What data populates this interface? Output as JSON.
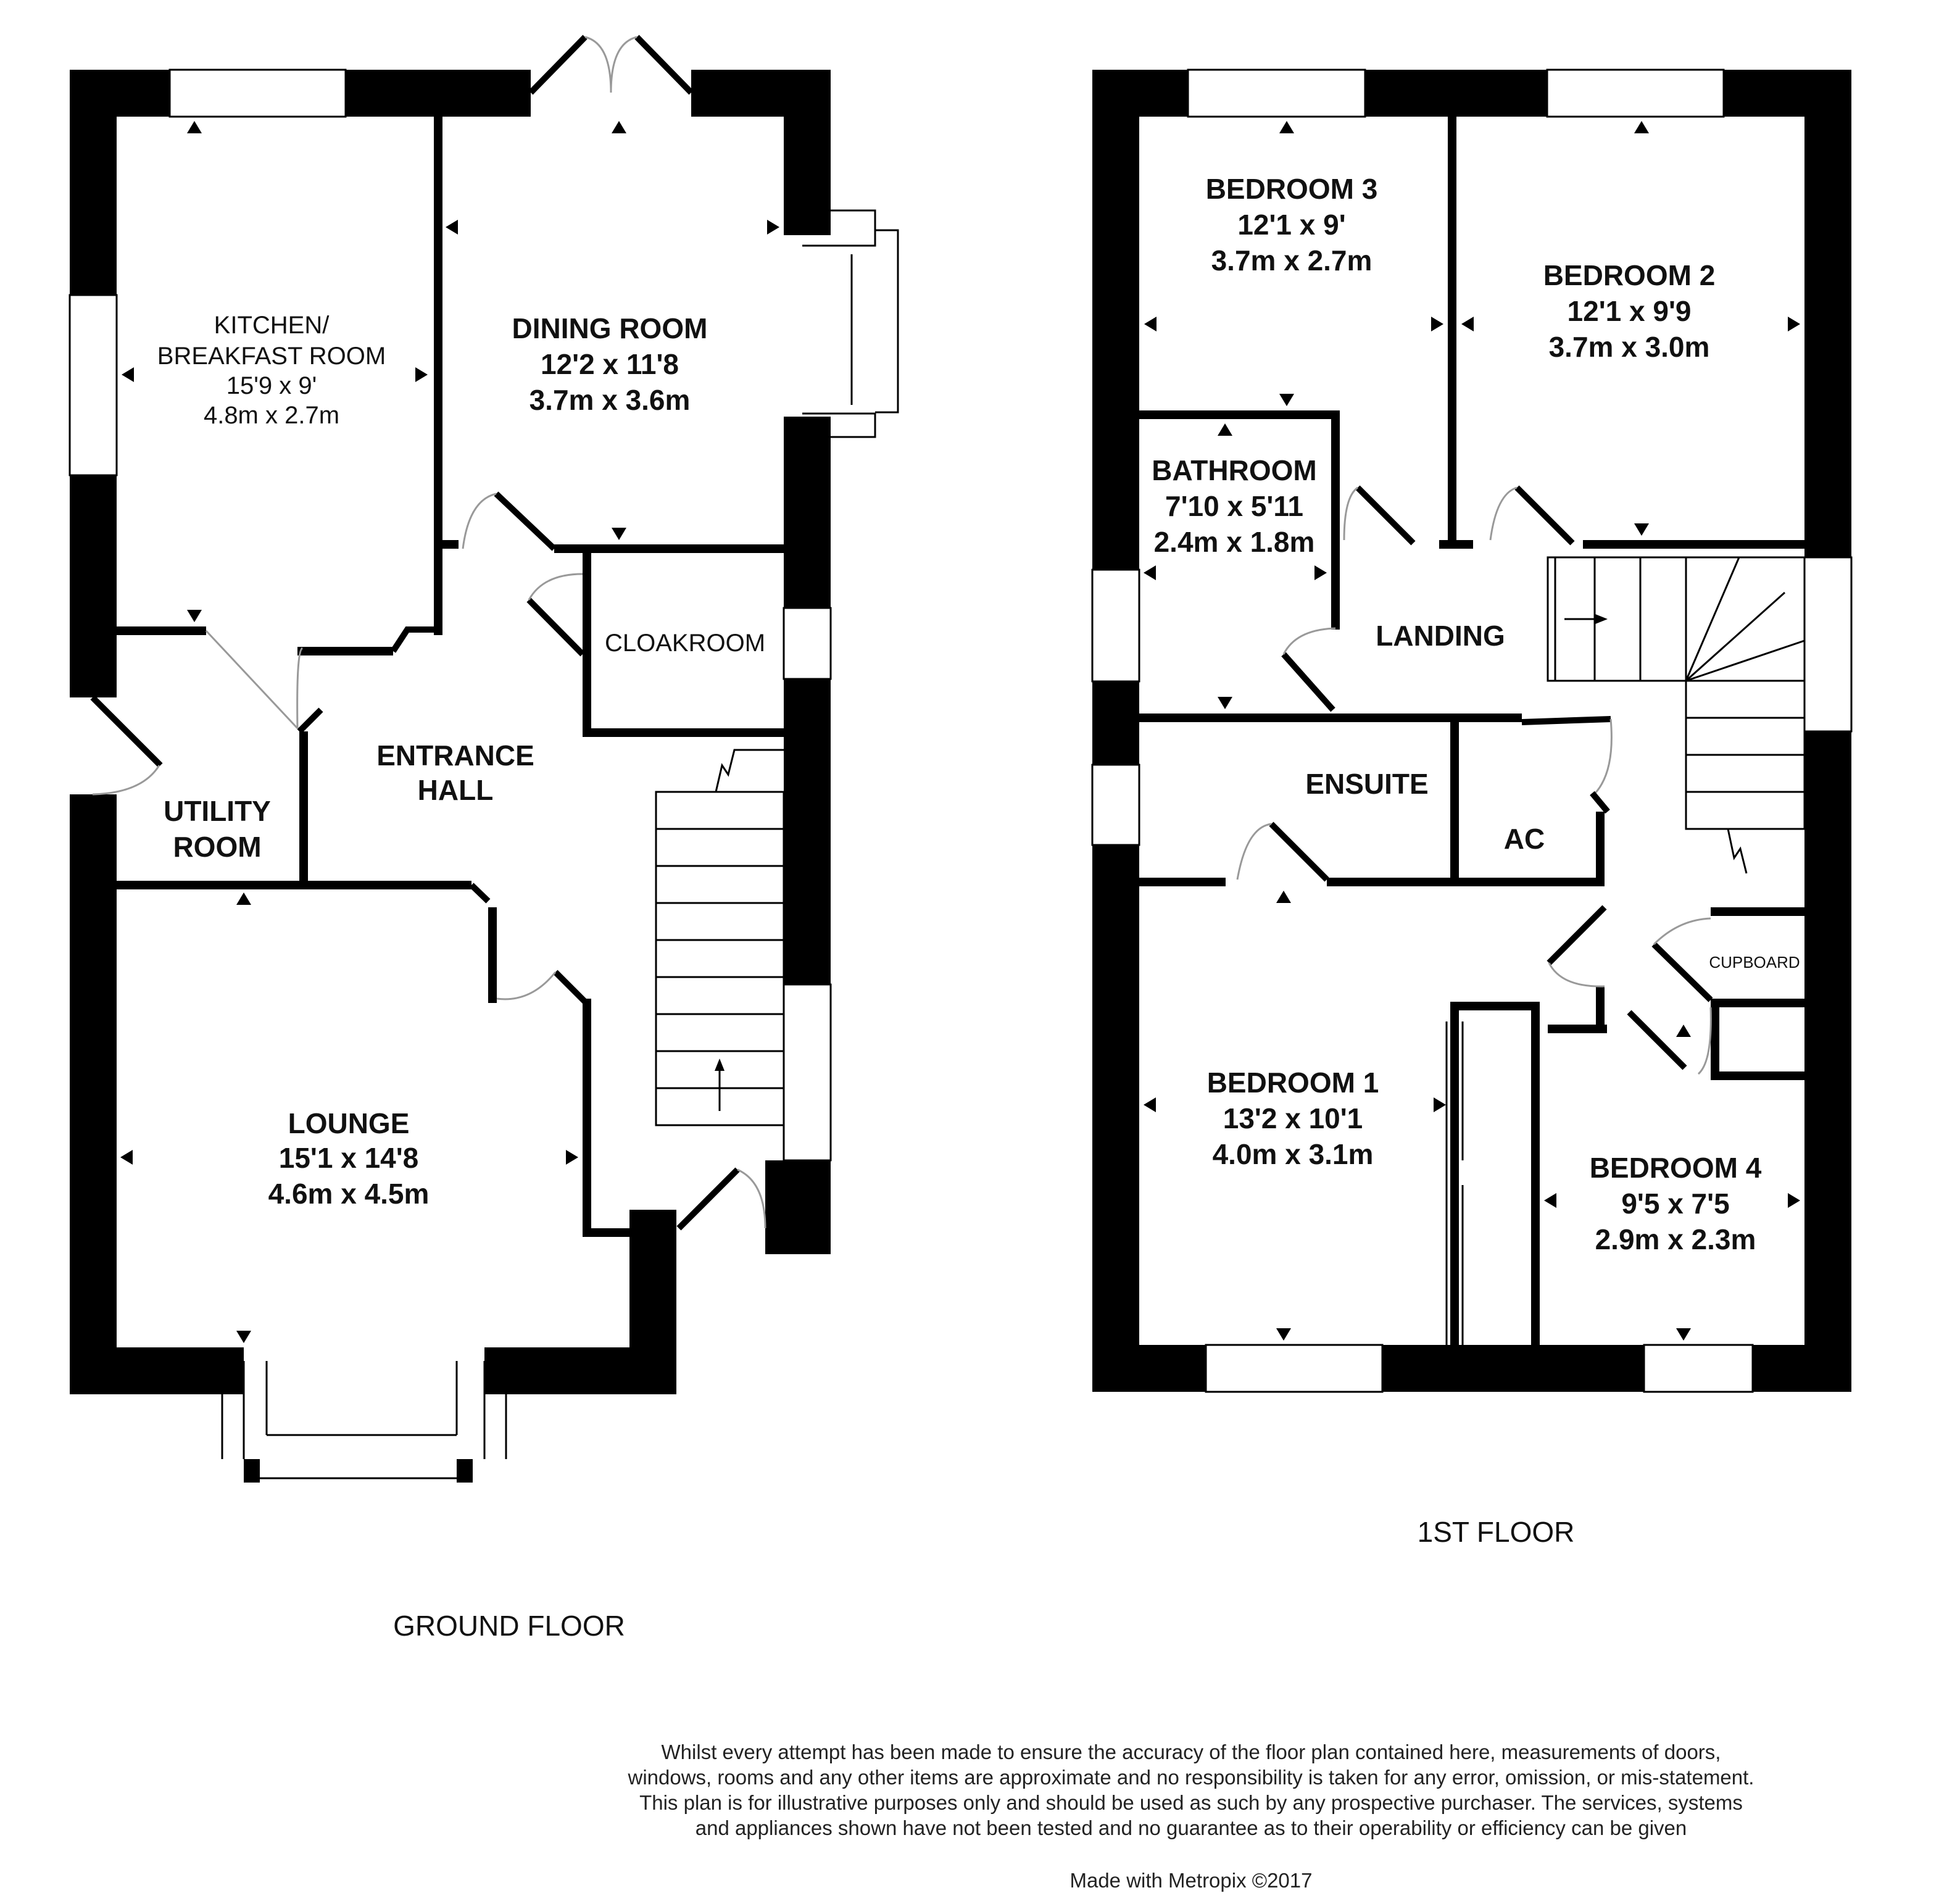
{
  "floors": [
    {
      "id": "ground",
      "label": "GROUND FLOOR",
      "rooms": [
        {
          "id": "kitchen",
          "lines": [
            "KITCHEN/",
            "BREAKFAST ROOM",
            "15'9 x 9'",
            "4.8m x 2.7m"
          ]
        },
        {
          "id": "dining",
          "lines": [
            "DINING ROOM",
            "12'2 x 11'8",
            "3.7m x 3.6m"
          ]
        },
        {
          "id": "cloakroom",
          "lines": [
            "CLOAKROOM"
          ]
        },
        {
          "id": "entrance-hall",
          "lines": [
            "ENTRANCE",
            "HALL"
          ]
        },
        {
          "id": "utility",
          "lines": [
            "UTILITY",
            "ROOM"
          ]
        },
        {
          "id": "lounge",
          "lines": [
            "LOUNGE",
            "15'1 x 14'8",
            "4.6m x 4.5m"
          ]
        }
      ]
    },
    {
      "id": "first",
      "label": "1ST FLOOR",
      "rooms": [
        {
          "id": "bedroom-3",
          "lines": [
            "BEDROOM 3",
            "12'1 x 9'",
            "3.7m x 2.7m"
          ]
        },
        {
          "id": "bedroom-2",
          "lines": [
            "BEDROOM 2",
            "12'1 x 9'9",
            "3.7m x 3.0m"
          ]
        },
        {
          "id": "bathroom",
          "lines": [
            "BATHROOM",
            "7'10 x 5'11",
            "2.4m x 1.8m"
          ]
        },
        {
          "id": "landing",
          "lines": [
            "LANDING"
          ]
        },
        {
          "id": "ensuite",
          "lines": [
            "ENSUITE"
          ]
        },
        {
          "id": "ac",
          "lines": [
            "AC"
          ]
        },
        {
          "id": "cupboard",
          "lines": [
            "CUPBOARD"
          ]
        },
        {
          "id": "bedroom-1",
          "lines": [
            "BEDROOM 1",
            "13'2 x 10'1",
            "4.0m x 3.1m"
          ]
        },
        {
          "id": "bedroom-4",
          "lines": [
            "BEDROOM 4",
            "9'5 x 7'5",
            "2.9m x 2.3m"
          ]
        }
      ]
    }
  ],
  "disclaimer": "Whilst every attempt has been made to ensure the accuracy of the floor plan contained here, measurements of doors, windows, rooms and any other items are approximate and no responsibility is taken for any error, omission, or mis-statement. This plan is for illustrative purposes only and should be used as such by any prospective purchaser. The services, systems and appliances shown have not been tested and no guarantee as to their operability or efficiency can be given",
  "credit": "Made with Metropix ©2017"
}
